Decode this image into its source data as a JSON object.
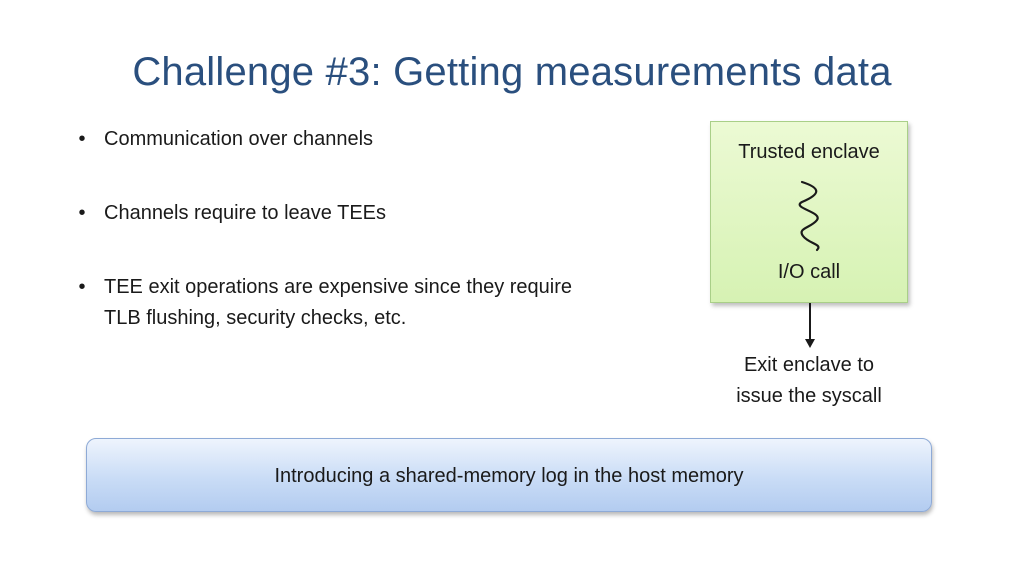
{
  "slide": {
    "title": "Challenge #3: Getting measurements data",
    "bullets": [
      {
        "marker": "•",
        "line1": "Communication over channels",
        "line2": ""
      },
      {
        "marker": "•",
        "line1": "Channels require to leave TEEs",
        "line2": ""
      },
      {
        "marker": "•",
        "line1": "TEE exit operations are expensive since they  require",
        "line2": "TLB flushing, security checks, etc."
      }
    ]
  },
  "diagram": {
    "enclave_label": "Trusted enclave",
    "io_label": "I/O call",
    "exit_line1": "Exit enclave to",
    "exit_line2": "issue the syscall"
  },
  "banner": {
    "text": "Introducing a shared-memory log in the host memory"
  },
  "colors": {
    "title": "#2a4f7e",
    "enclave_fill": "#ddf4bf",
    "banner_fill": "#c9dcf6"
  },
  "icons": {
    "squiggle": "zigzag-thread-icon",
    "arrow": "arrow-down-icon"
  }
}
